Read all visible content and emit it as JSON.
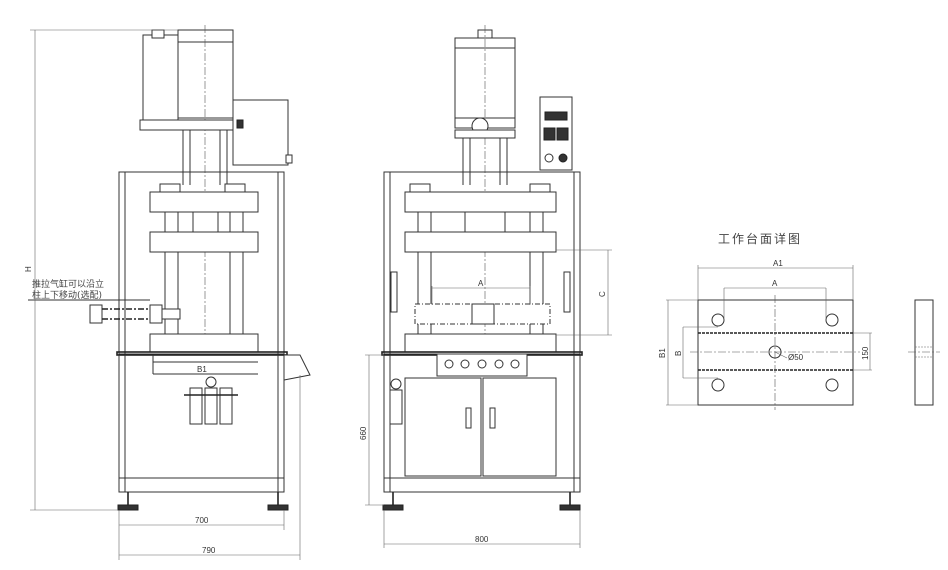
{
  "front_view": {
    "height_label": "H",
    "note_line1": "推拉气缸可以沿立",
    "note_line2": "柱上下移动(选配)",
    "table_width_label": "B1",
    "width_700": "700",
    "width_790": "790"
  },
  "side_view": {
    "stroke_label": "A",
    "opening_label": "C",
    "table_height": "660",
    "width_800": "800"
  },
  "table_detail": {
    "title": "工作台面详图",
    "overall_length": "A1",
    "hole_spacing": "A",
    "overall_width": "B1",
    "hole_spacing_width": "B",
    "center_hole": "Ø50",
    "slot_spacing": "150"
  }
}
